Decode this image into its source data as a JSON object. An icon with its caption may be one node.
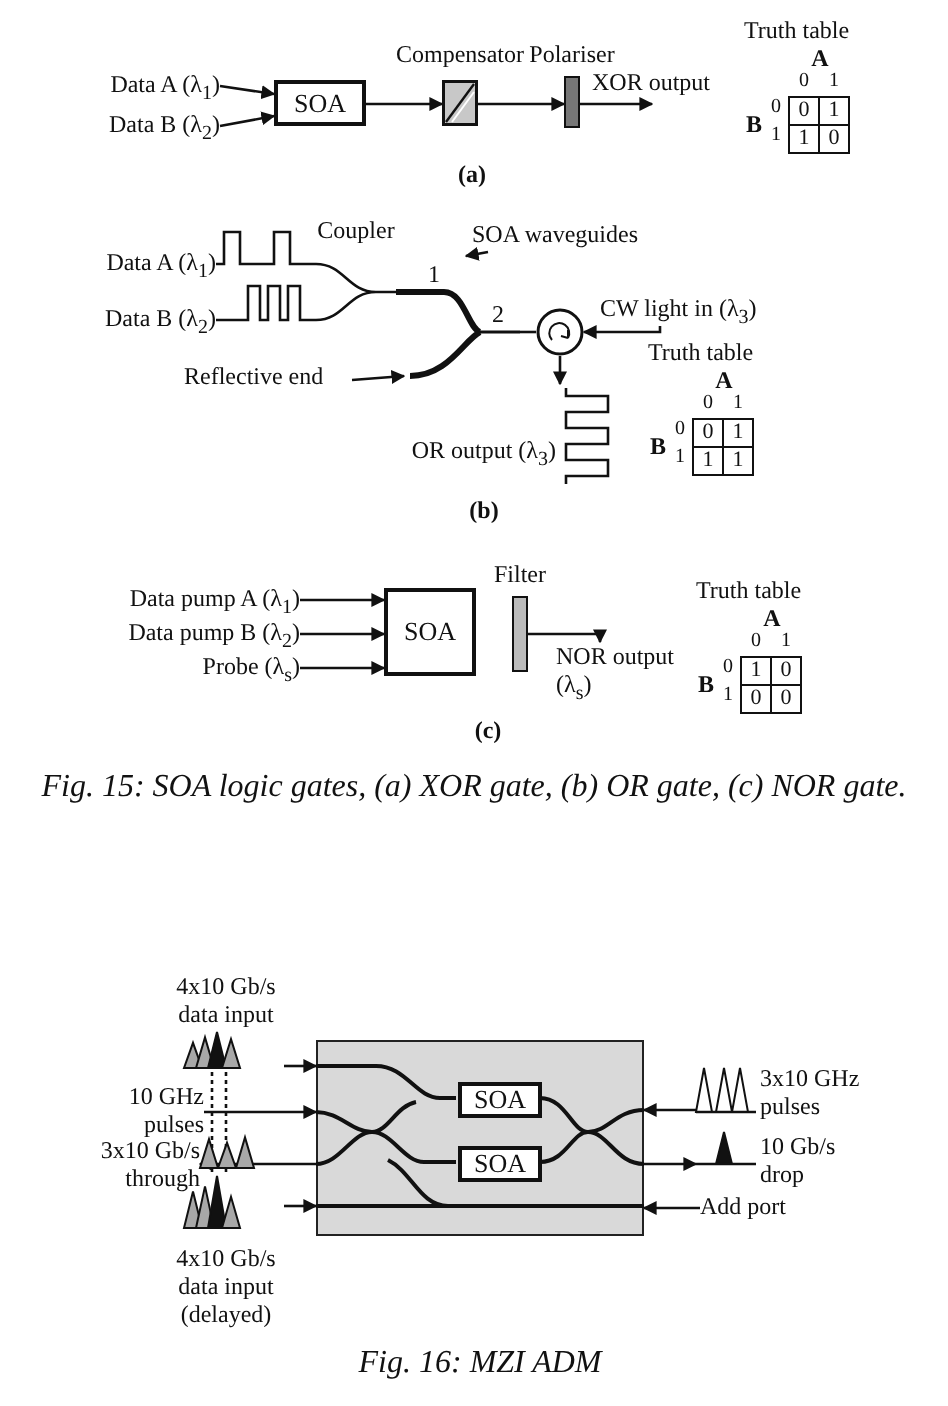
{
  "diagram": {
    "nodes": [
      {
        "text": [
          "Data A (λ$_{1}$)"
        ]
      },
      {
        "text": [
          "Data B (λ$_{2}$)"
        ]
      },
      {
        "text": [
          "SOA"
        ]
      },
      {
        "text": [
          "Compensator"
        ]
      },
      {
        "text": [
          "Polariser"
        ]
      },
      {
        "text": [
          "Data A (λ$_{1}$)"
        ]
      },
      {
        "text": [
          "Data B (λ$_{2}$)"
        ]
      },
      {
        "text": [
          "Coupler"
        ]
      },
      {
        "text": [
          "1",
          "2"
        ]
      },
      {
        "text": [
          "SOA waveguides"
        ]
      },
      {
        "text": [
          "Reflective end"
        ]
      },
      {
        "text": [],
        "shape": "circle"
      },
      {
        "text": [
          "CW light in (λ$_{3}$)"
        ]
      },
      {
        "text": [
          "OR output (λ$_{3}$)"
        ]
      },
      {
        "text": [
          "Data pump A (λ$_{1}$)"
        ]
      },
      {
        "text": [
          "Data pump B (λ$_{2}$)"
        ]
      },
      {
        "text": [
          "Probe (λ$_{s}$)"
        ]
      },
      {
        "text": [
          "SOA"
        ]
      },
      {
        "text": [
          "Filter"
        ]
      },
      {
        "text": [
          "NOR output (λ$_{s}$)"
        ]
      },
      {
        "text": [],
        "shape": "box"
      },
      {
        "text": [
          "SOA"
        ],
        "in": 20
      },
      {
        "text": [
          "SOA"
        ],
        "in": 20
      },
      {
        "text": [
          "4x10 Gb/s data input"
        ]
      },
      {
        "text": [
          "10 GHz pulses"
        ]
      },
      {
        "text": [
          "3x10 Gb/s through"
        ]
      },
      {
        "text": [
          "4x10 Gb/s data input (delayed)"
        ]
      },
      {
        "text": [
          "3x10 GHz pulses"
        ]
      },
      {
        "text": [
          "10 Gb/s drop"
        ]
      },
      {
        "text": [
          "Add port"
        ]
      }
    ],
    "edges": [
      {
        "from": 0,
        "to": 2,
        "arrow": "to"
      },
      {
        "from": 1,
        "to": 2,
        "arrow": "to"
      },
      {
        "from": 2,
        "to": 3,
        "arrow": "to"
      },
      {
        "from": 3,
        "to": 4,
        "arrow": "to"
      },
      {
        "from": 4,
        "to": null,
        "arrow": "to",
        "label": "XOR output"
      },
      {
        "from": 5,
        "to": 7,
        "arrow": "none"
      },
      {
        "from": 6,
        "to": 7,
        "arrow": "none"
      },
      {
        "from": 7,
        "to": 8,
        "arrow": "none",
        "style": "thick"
      },
      {
        "from": 8,
        "to": 11,
        "arrow": "none"
      },
      {
        "from": 12,
        "to": 11,
        "arrow": "to"
      },
      {
        "from": 11,
        "to": 13,
        "arrow": "to"
      },
      {
        "from": 9,
        "to": 8,
        "arrow": "to"
      },
      {
        "from": 10,
        "to": 8,
        "arrow": "to"
      },
      {
        "from": 14,
        "to": 17,
        "arrow": "to"
      },
      {
        "from": 15,
        "to": 17,
        "arrow": "to"
      },
      {
        "from": 16,
        "to": 17,
        "arrow": "to"
      },
      {
        "from": 18,
        "to": 19,
        "arrow": "to"
      },
      {
        "from": 23,
        "to": 20,
        "arrow": "to"
      },
      {
        "from": 24,
        "to": 20,
        "arrow": "to"
      },
      {
        "from": 20,
        "to": 25,
        "arrow": "to"
      },
      {
        "from": 26,
        "to": 20,
        "arrow": "to"
      },
      {
        "from": 27,
        "to": 20,
        "arrow": "to"
      },
      {
        "from": 20,
        "to": 28,
        "arrow": "to"
      },
      {
        "from": 29,
        "to": 20,
        "arrow": "to"
      },
      {
        "from": 23,
        "to": 26,
        "arrow": "none",
        "style": "dashed"
      },
      {
        "from": 23,
        "to": 26,
        "arrow": "none",
        "style": "dashed"
      }
    ],
    "labels": [
      "Truth table",
      "A",
      "0",
      "1",
      "B",
      "0",
      "0",
      "1",
      "1",
      "1",
      "0",
      "(a)",
      "Truth table",
      "A",
      "0",
      "1",
      "B",
      "0",
      "0",
      "1",
      "1",
      "1",
      "1",
      "(b)",
      "Truth table",
      "A",
      "0",
      "1",
      "B",
      "0",
      "1",
      "0",
      "1",
      "0",
      "0",
      "(c)",
      "Fig. 15: SOA logic gates, (a) XOR gate, (b) OR gate, (c) NOR gate.",
      "Fig. 16: MZI ADM"
    ]
  }
}
